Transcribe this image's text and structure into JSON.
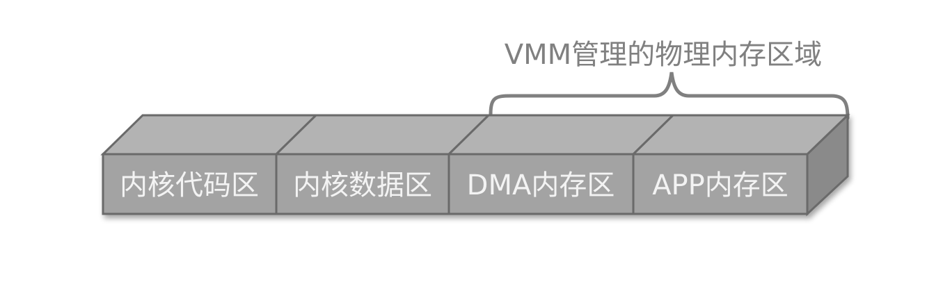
{
  "diagram": {
    "segments": [
      {
        "label": "内核代码区"
      },
      {
        "label": "内核数据区"
      },
      {
        "label": "DMA内存区"
      },
      {
        "label": "APP内存区"
      }
    ],
    "brace": {
      "label": "VMM管理的物理内存区域"
    },
    "colors": {
      "front": "#a3a3a3",
      "top": "#b3b3b3",
      "side": "#8a8a8a",
      "stroke": "#6b6b6b",
      "brace": "#808080",
      "label": "#f3f3f3"
    }
  }
}
